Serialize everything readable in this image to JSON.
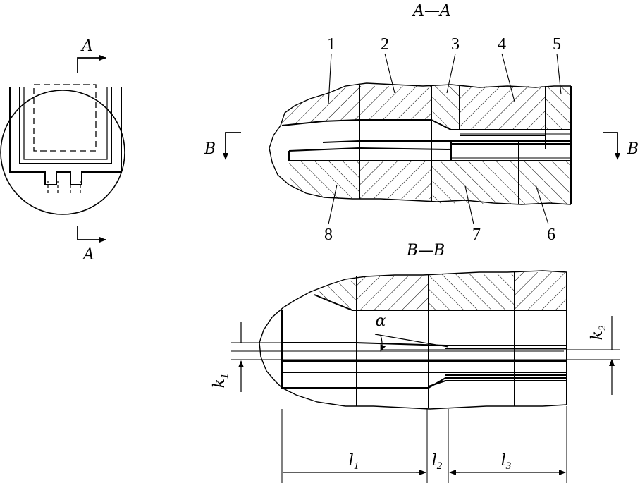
{
  "section_labels": {
    "aa": "A—A",
    "bb": "B—B",
    "a_top": "A",
    "a_bottom": "A",
    "b_left": "B",
    "b_right": "B"
  },
  "part_numbers": [
    "1",
    "2",
    "3",
    "4",
    "5",
    "6",
    "7",
    "8"
  ],
  "dimensions": {
    "k1": {
      "sym": "k",
      "sub": "1"
    },
    "k2": {
      "sym": "k",
      "sub": "2"
    },
    "l1": {
      "sym": "l",
      "sub": "1"
    },
    "l2": {
      "sym": "l",
      "sub": "2"
    },
    "l3": {
      "sym": "l",
      "sub": "3"
    },
    "alpha": "α"
  }
}
